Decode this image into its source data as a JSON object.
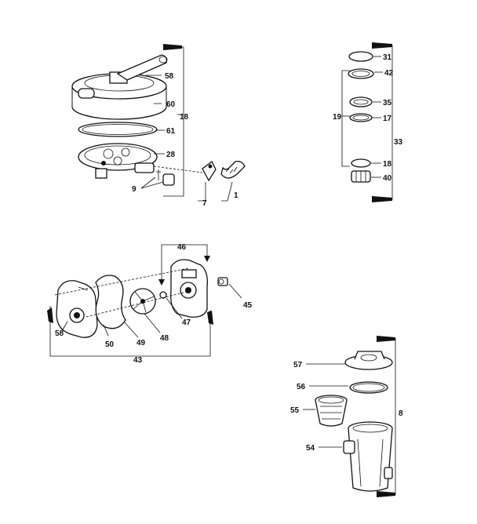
{
  "callouts": {
    "c58_top": "58",
    "c60": "60",
    "c18_left": "18",
    "c61": "61",
    "c28": "28",
    "c9": "9",
    "c7": "7",
    "c1": "1",
    "c31": "31",
    "c42": "42",
    "c35": "35",
    "c19": "19",
    "c17": "17",
    "c33": "33",
    "c18_right": "18",
    "c40": "40",
    "c46": "46",
    "c45": "45",
    "c47": "47",
    "c48": "48",
    "c49": "49",
    "c50": "50",
    "c58_bottom": "58",
    "c43": "43",
    "c57": "57",
    "c56": "56",
    "c55": "55",
    "c54": "54",
    "c8": "8"
  }
}
